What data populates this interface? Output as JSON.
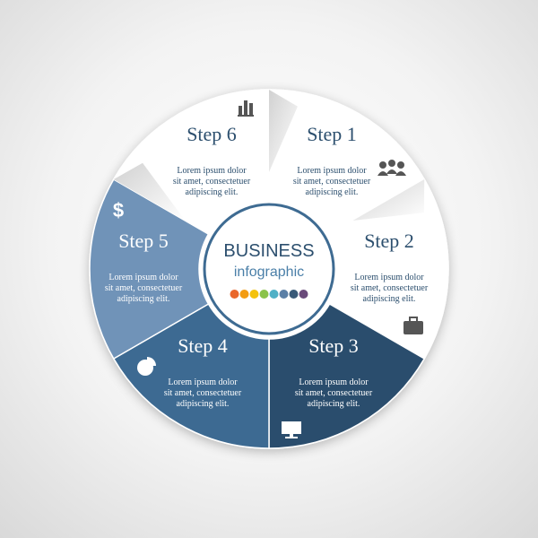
{
  "center": {
    "title": "BUSINESS",
    "subtitle": "infographic",
    "dots": [
      "#e9672b",
      "#f39c12",
      "#f4c20d",
      "#8bc34a",
      "#4fb0c6",
      "#5b7fa6",
      "#3a5a78",
      "#6a4a7a"
    ]
  },
  "steps": [
    {
      "title": "Step 1",
      "line1": "Lorem ipsum dolor",
      "line2": "sit amet, consectetuer",
      "line3": "adipiscing elit.",
      "icon": "people-icon",
      "fill": "#ffffff",
      "text_color": "#2c4f6e"
    },
    {
      "title": "Step 2",
      "line1": "Lorem ipsum dolor",
      "line2": "sit amet, consectetuer",
      "line3": "adipiscing elit.",
      "icon": "briefcase-icon",
      "fill": "#ffffff",
      "text_color": "#2c4f6e"
    },
    {
      "title": "Step 3",
      "line1": "Lorem ipsum dolor",
      "line2": "sit amet, consectetuer",
      "line3": "adipiscing elit.",
      "icon": "monitor-icon",
      "fill": "#2a4e6d",
      "text_color": "#ffffff"
    },
    {
      "title": "Step 4",
      "line1": "Lorem ipsum dolor",
      "line2": "sit amet, consectetuer",
      "line3": "adipiscing elit.",
      "icon": "pie-chart-icon",
      "fill": "#3e6b92",
      "text_color": "#ffffff"
    },
    {
      "title": "Step 5",
      "line1": "Lorem ipsum dolor",
      "line2": "sit amet, consectetuer",
      "line3": "adipiscing elit.",
      "icon": "dollar-icon",
      "fill": "#6f93b8",
      "text_color": "#ffffff"
    },
    {
      "title": "Step 6",
      "line1": "Lorem ipsum dolor",
      "line2": "sit amet, consectetuer",
      "line3": "adipiscing elit.",
      "icon": "bar-chart-icon",
      "fill": "#ffffff",
      "text_color": "#2c4f6e"
    }
  ]
}
